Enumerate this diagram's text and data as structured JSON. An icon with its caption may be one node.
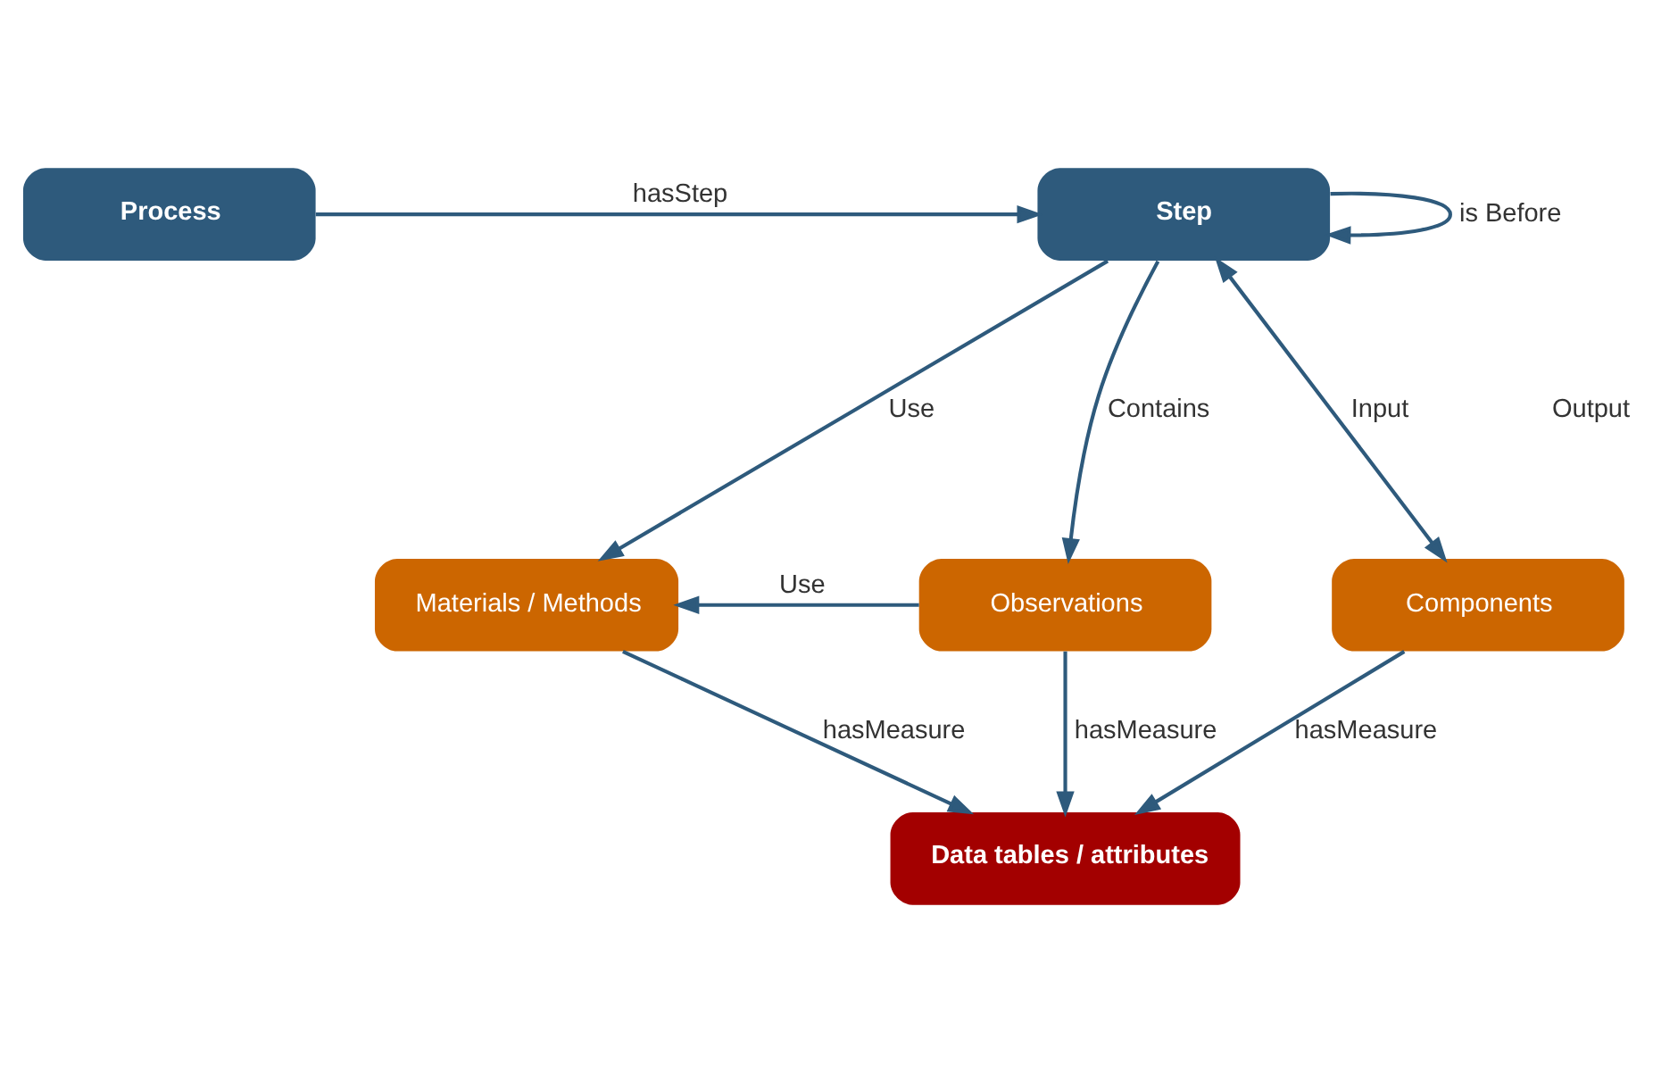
{
  "diagram": {
    "nodes": [
      {
        "text": [
          "Process"
        ]
      },
      {
        "text": [
          "Step"
        ]
      },
      {
        "text": [
          "Materials / Methods"
        ]
      },
      {
        "text": [
          "Observations"
        ]
      },
      {
        "text": [
          "Components"
        ]
      },
      {
        "text": [
          "Data tables / attributes"
        ]
      }
    ],
    "edges": [
      {
        "from": 0,
        "to": 1,
        "arrow": "to",
        "label": "hasStep"
      },
      {
        "from": 1,
        "to": 1,
        "arrow": "to",
        "label": "is Before"
      },
      {
        "from": 1,
        "to": 2,
        "arrow": "to",
        "label": "Use"
      },
      {
        "from": 1,
        "to": 3,
        "arrow": "to",
        "label": "Contains"
      },
      {
        "from": 1,
        "to": 4,
        "arrow": "both",
        "label": "Input"
      },
      {
        "from": 3,
        "to": 2,
        "arrow": "to",
        "label": "Use"
      },
      {
        "from": 2,
        "to": 5,
        "arrow": "to",
        "label": "hasMeasure"
      },
      {
        "from": 3,
        "to": 5,
        "arrow": "to",
        "label": "hasMeasure"
      },
      {
        "from": 4,
        "to": 5,
        "arrow": "to",
        "label": "hasMeasure"
      }
    ],
    "labels": [
      "Output"
    ]
  }
}
